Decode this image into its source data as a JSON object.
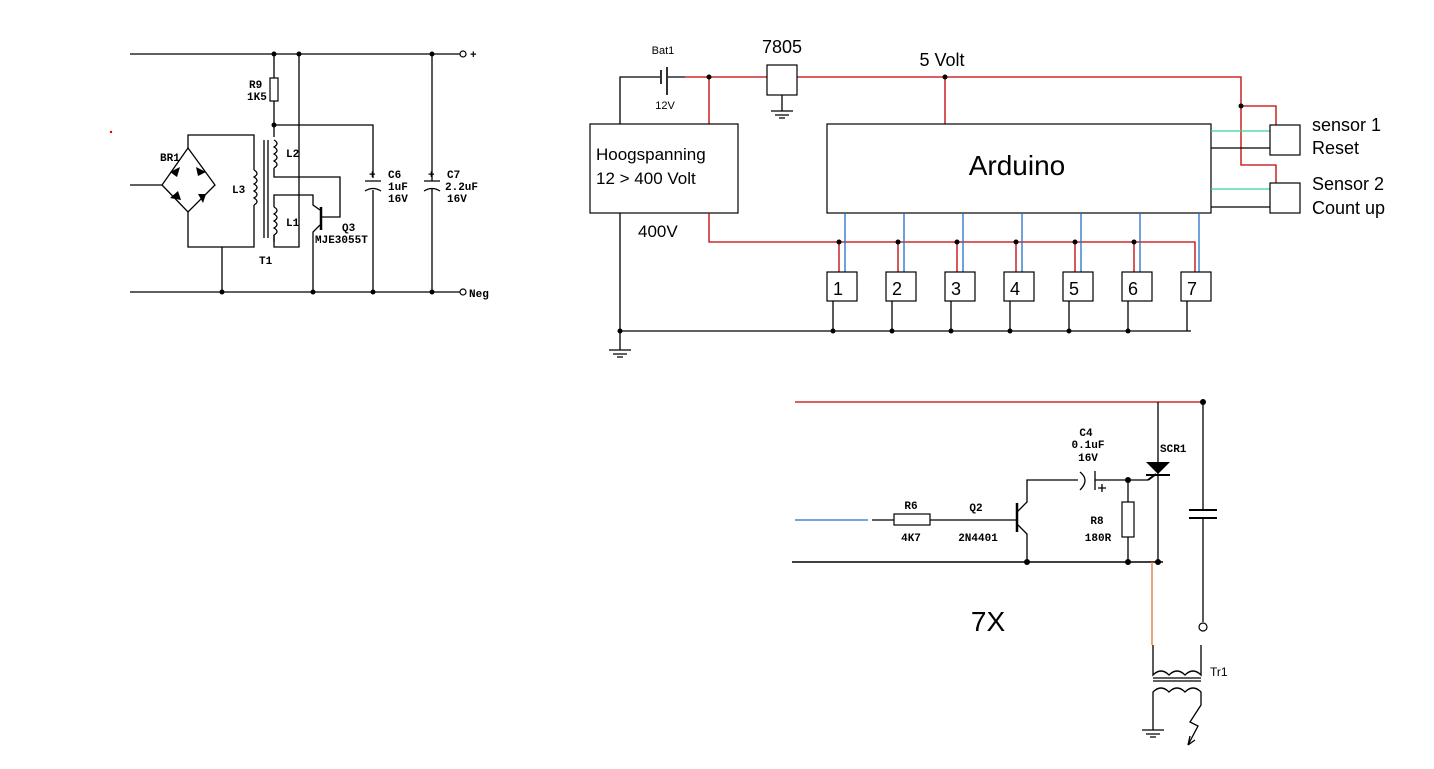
{
  "power_supply_circuit": {
    "labels": {
      "br1": "BR1",
      "r9": "R9",
      "r9_value": "1K5",
      "l1": "L1",
      "l2": "L2",
      "l3": "L3",
      "t1": "T1",
      "q3": "Q3",
      "q3_part": "MJE3055T",
      "c6": "C6",
      "c6_value": "1uF",
      "c6_voltage": "16V",
      "c7": "C7",
      "c7_value": "2.2uF",
      "c7_voltage": "16V",
      "plus": "+",
      "neg": "Neg"
    }
  },
  "block_diagram": {
    "bat_label": "Bat1",
    "bat_voltage": "12V",
    "regulator": "7805",
    "five_volt": "5 Volt",
    "hv_box_line1": "Hoogspanning",
    "hv_box_line2": "12 > 400 Volt",
    "hv_out": "400V",
    "arduino": "Arduino",
    "sensor1_line1": "sensor 1",
    "sensor1_line2": "Reset",
    "sensor2_line1": "Sensor 2",
    "sensor2_line2": "Count up",
    "outputs": [
      "1",
      "2",
      "3",
      "4",
      "5",
      "6",
      "7"
    ]
  },
  "driver_circuit": {
    "labels": {
      "r6": "R6",
      "r6_value": "4K7",
      "q2": "Q2",
      "q2_part": "2N4401",
      "c4": "C4",
      "c4_value": "0.1uF",
      "c4_voltage": "16V",
      "r8": "R8",
      "r8_value": "180R",
      "scr1": "SCR1",
      "tr1": "Tr1",
      "multiplier": "7X"
    }
  },
  "colors": {
    "hv_wire": "#c00000",
    "signal_wire": "#1f6fc8",
    "sensor_wire": "#33d6a0"
  }
}
